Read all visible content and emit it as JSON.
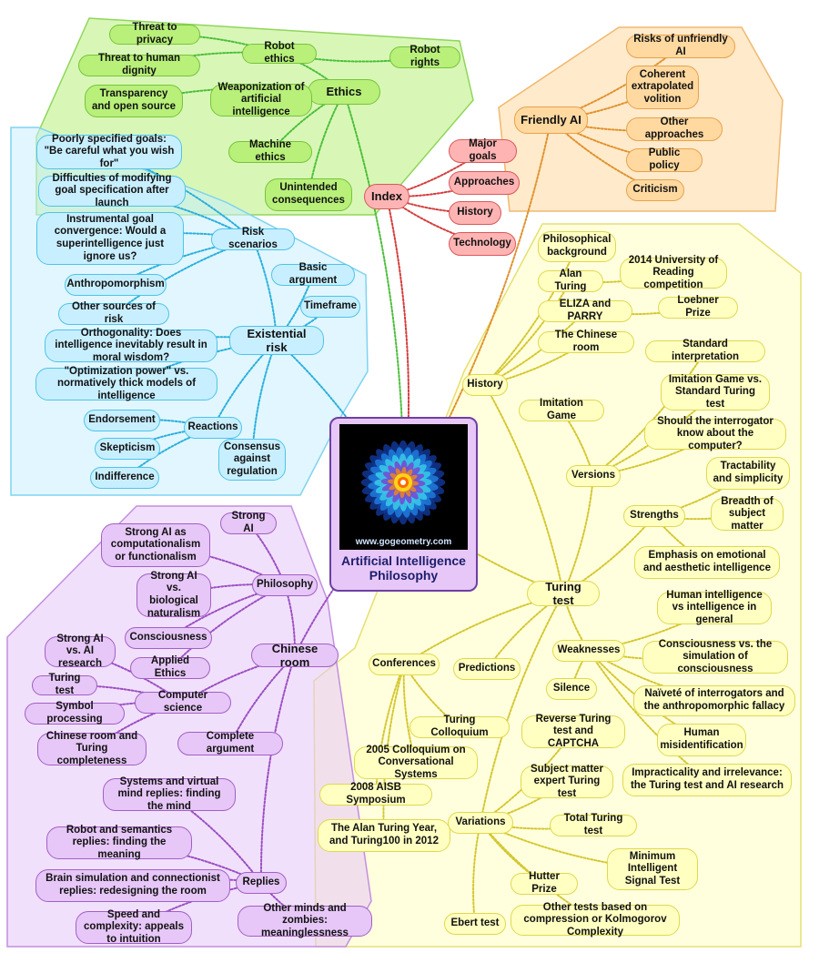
{
  "central": {
    "title": "Artificial Intelligence\nPhilosophy",
    "watermark": "www.gogeometry.com"
  },
  "colors": {
    "ethics": "#b8f07a",
    "friendly_ai": "#ffd9a0",
    "index": "#ffb4b4",
    "existential_risk": "#c8efff",
    "turing_test": "#ffffc2",
    "chinese_room": "#e6c7f7"
  },
  "nodes": {
    "ethics": "Ethics",
    "robot_ethics": "Robot ethics",
    "threat_privacy": "Threat to privacy",
    "threat_dignity": "Threat to human dignity",
    "robot_rights": "Robot rights",
    "transparency": "Transparency and open source",
    "weaponization": "Weaponization of artificial intelligence",
    "machine_ethics": "Machine ethics",
    "unintended": "Unintended consequences",
    "friendly_ai": "Friendly AI",
    "unfriendly": "Risks of unfriendly AI",
    "cev": "Coherent extrapolated volition",
    "other_approaches": "Other approaches",
    "public_policy": "Public policy",
    "criticism": "Criticism",
    "index": "Index",
    "major_goals": "Major goals",
    "approaches": "Approaches",
    "history_idx": "History",
    "technology": "Technology",
    "poorly_specified": "Poorly specified goals: \"Be careful what you wish for\"",
    "difficulties": "Difficulties of modifying goal specification after launch",
    "instrumental": "Instrumental goal convergence: Would a superintelligence just ignore us?",
    "risk_scenarios": "Risk scenarios",
    "anthropomorphism": "Anthropomorphism",
    "other_sources": "Other sources of risk",
    "basic_argument": "Basic argument",
    "timeframe": "Timeframe",
    "existential_risk": "Existential risk",
    "orthogonality": "Orthogonality: Does intelligence inevitably result in moral wisdom?",
    "optimization": "\"Optimization power\" vs. normatively thick models of intelligence",
    "endorsement": "Endorsement",
    "reactions": "Reactions",
    "skepticism": "Skepticism",
    "consensus": "Consensus against regulation",
    "indifference": "Indifference",
    "philosophical_bg": "Philosophical background",
    "alan_turing": "Alan Turing",
    "reading_2014": "2014 University of Reading competition",
    "eliza": "ELIZA and PARRY",
    "loebner": "Loebner Prize",
    "chinese_room_yl": "The Chinese room",
    "standard_interp": "Standard interpretation",
    "history_tt": "History",
    "imitation_vs": "Imitation Game vs. Standard Turing test",
    "imitation_game": "Imitation Game",
    "interrogator": "Should the interrogator know about the computer?",
    "versions": "Versions",
    "tractability": "Tractability and simplicity",
    "breadth": "Breadth of subject matter",
    "strengths": "Strengths",
    "emphasis": "Emphasis on emotional and aesthetic intelligence",
    "turing_test": "Turing test",
    "human_int": "Human intelligence vs intelligence in general",
    "weaknesses": "Weaknesses",
    "consciousness_sim": "Consciousness vs. the simulation of consciousness",
    "conferences": "Conferences",
    "predictions": "Predictions",
    "silence": "Silence",
    "naivete": "Naïveté of interrogators and the anthropomorphic fallacy",
    "turing_colloquium": "Turing Colloquium",
    "reverse_tt": "Reverse Turing test and CAPTCHA",
    "human_misid": "Human misidentification",
    "colloquium_2005": "2005 Colloquium on Conversational Systems",
    "subject_expert": "Subject matter expert Turing test",
    "impracticality": "Impracticality and irrelevance: the Turing test and AI research",
    "aisb_2008": "2008 AISB Symposium",
    "variations": "Variations",
    "total_tt": "Total Turing test",
    "turing_year": "The Alan Turing Year, and Turing100 in 2012",
    "minimum_signal": "Minimum Intelligent Signal Test",
    "hutter": "Hutter Prize",
    "ebert": "Ebert test",
    "compression": "Other tests based on compression or Kolmogorov Complexity",
    "strong_ai": "Strong AI",
    "computationalism": "Strong AI as computationalism or functionalism",
    "philosophy": "Philosophy",
    "biological": "Strong AI vs. biological naturalism",
    "consciousness": "Consciousness",
    "chinese_room": "Chinese room",
    "strong_vs_research": "Strong AI vs. AI research",
    "applied_ethics": "Applied Ethics",
    "turing_test_pu": "Turing test",
    "computer_science": "Computer science",
    "symbol_processing": "Symbol processing",
    "turing_completeness": "Chinese room and Turing completeness",
    "complete_argument": "Complete argument",
    "systems_reply": "Systems and virtual mind replies: finding the mind",
    "robot_semantics": "Robot and semantics replies: finding the meaning",
    "brain_sim": "Brain simulation and connectionist replies: redesigning the room",
    "replies": "Replies",
    "speed": "Speed and complexity: appeals to intuition",
    "other_minds": "Other minds and zombies: meaninglessness"
  }
}
